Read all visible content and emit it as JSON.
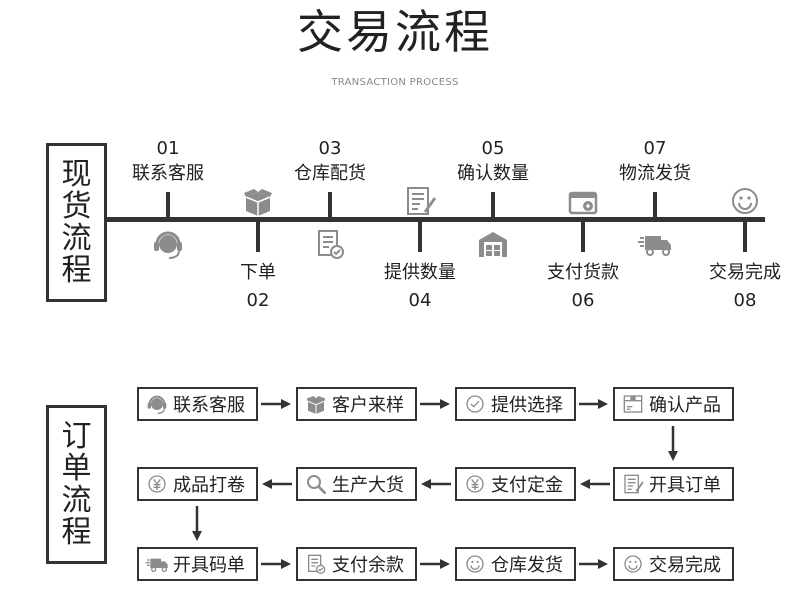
{
  "title": "交易流程",
  "subtitle": "TRANSACTION PROCESS",
  "spot_label": [
    "现",
    "货",
    "流",
    "程"
  ],
  "order_label": [
    "订",
    "单",
    "流",
    "程"
  ],
  "timeline": [
    {
      "num": "01",
      "label": "联系客服",
      "icon": "headset-icon"
    },
    {
      "num": "02",
      "label": "下单",
      "icon": "package-icon"
    },
    {
      "num": "03",
      "label": "仓库配货",
      "icon": "checklist-icon"
    },
    {
      "num": "04",
      "label": "提供数量",
      "icon": "document-edit-icon"
    },
    {
      "num": "05",
      "label": "确认数量",
      "icon": "warehouse-icon"
    },
    {
      "num": "06",
      "label": "支付货款",
      "icon": "wallet-icon"
    },
    {
      "num": "07",
      "label": "物流发货",
      "icon": "delivery-truck-icon"
    },
    {
      "num": "08",
      "label": "交易完成",
      "icon": "smiley-icon"
    }
  ],
  "order_flow": [
    {
      "label": "联系客服",
      "icon": "headset-icon"
    },
    {
      "label": "客户来样",
      "icon": "package-icon"
    },
    {
      "label": "提供选择",
      "icon": "check-circle-icon"
    },
    {
      "label": "确认产品",
      "icon": "product-box-icon"
    },
    {
      "label": "开具订单",
      "icon": "document-edit-icon"
    },
    {
      "label": "支付定金",
      "icon": "yen-coin-icon"
    },
    {
      "label": "生产大货",
      "icon": "search-icon"
    },
    {
      "label": "成品打卷",
      "icon": "yen-coin-icon"
    },
    {
      "label": "开具码单",
      "icon": "delivery-truck-icon"
    },
    {
      "label": "支付余款",
      "icon": "checklist-icon"
    },
    {
      "label": "仓库发货",
      "icon": "smiley-icon"
    },
    {
      "label": "交易完成",
      "icon": "smiley-icon"
    }
  ],
  "colors": {
    "line": "#333333",
    "icon_gray": "#8c8c8c",
    "text": "#222222"
  }
}
